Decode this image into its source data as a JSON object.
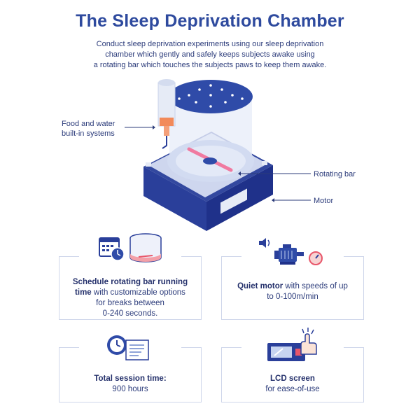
{
  "header": {
    "title": "The Sleep Deprivation Chamber",
    "intro_lines": [
      "Conduct sleep deprivation experiments using our sleep deprivation",
      "chamber which gently and safely keeps subjects awake using",
      "a rotating bar which touches the subjects paws to keep them awake."
    ]
  },
  "callouts": {
    "food_water": [
      "Food and water",
      "built-in systems"
    ],
    "rotating_bar": "Rotating bar",
    "motor": "Motor"
  },
  "features": [
    {
      "bold_1": "Schedule rotating bar running",
      "bold_2": "time",
      "rest_1": " with customizable options",
      "rest_2": "for breaks between",
      "rest_3": "0-240 seconds."
    },
    {
      "bold": "Quiet motor",
      "rest_1": " with speeds of up",
      "rest_2": "to 0-100m/min"
    },
    {
      "bold": "Total session time:",
      "rest": "900 hours"
    },
    {
      "bold": "LCD screen",
      "rest": "for ease-of-use"
    }
  ],
  "colors": {
    "title": "#2e4a9e",
    "accent": "#e8566a",
    "navy": "#1f3a8f"
  },
  "icons": [
    "calendar-icon",
    "clock-icon",
    "chamber-cylinder-icon",
    "speaker-icon",
    "motor-icon",
    "gauge-icon",
    "document-icon",
    "lcd-screen-icon",
    "hand-touch-icon"
  ]
}
